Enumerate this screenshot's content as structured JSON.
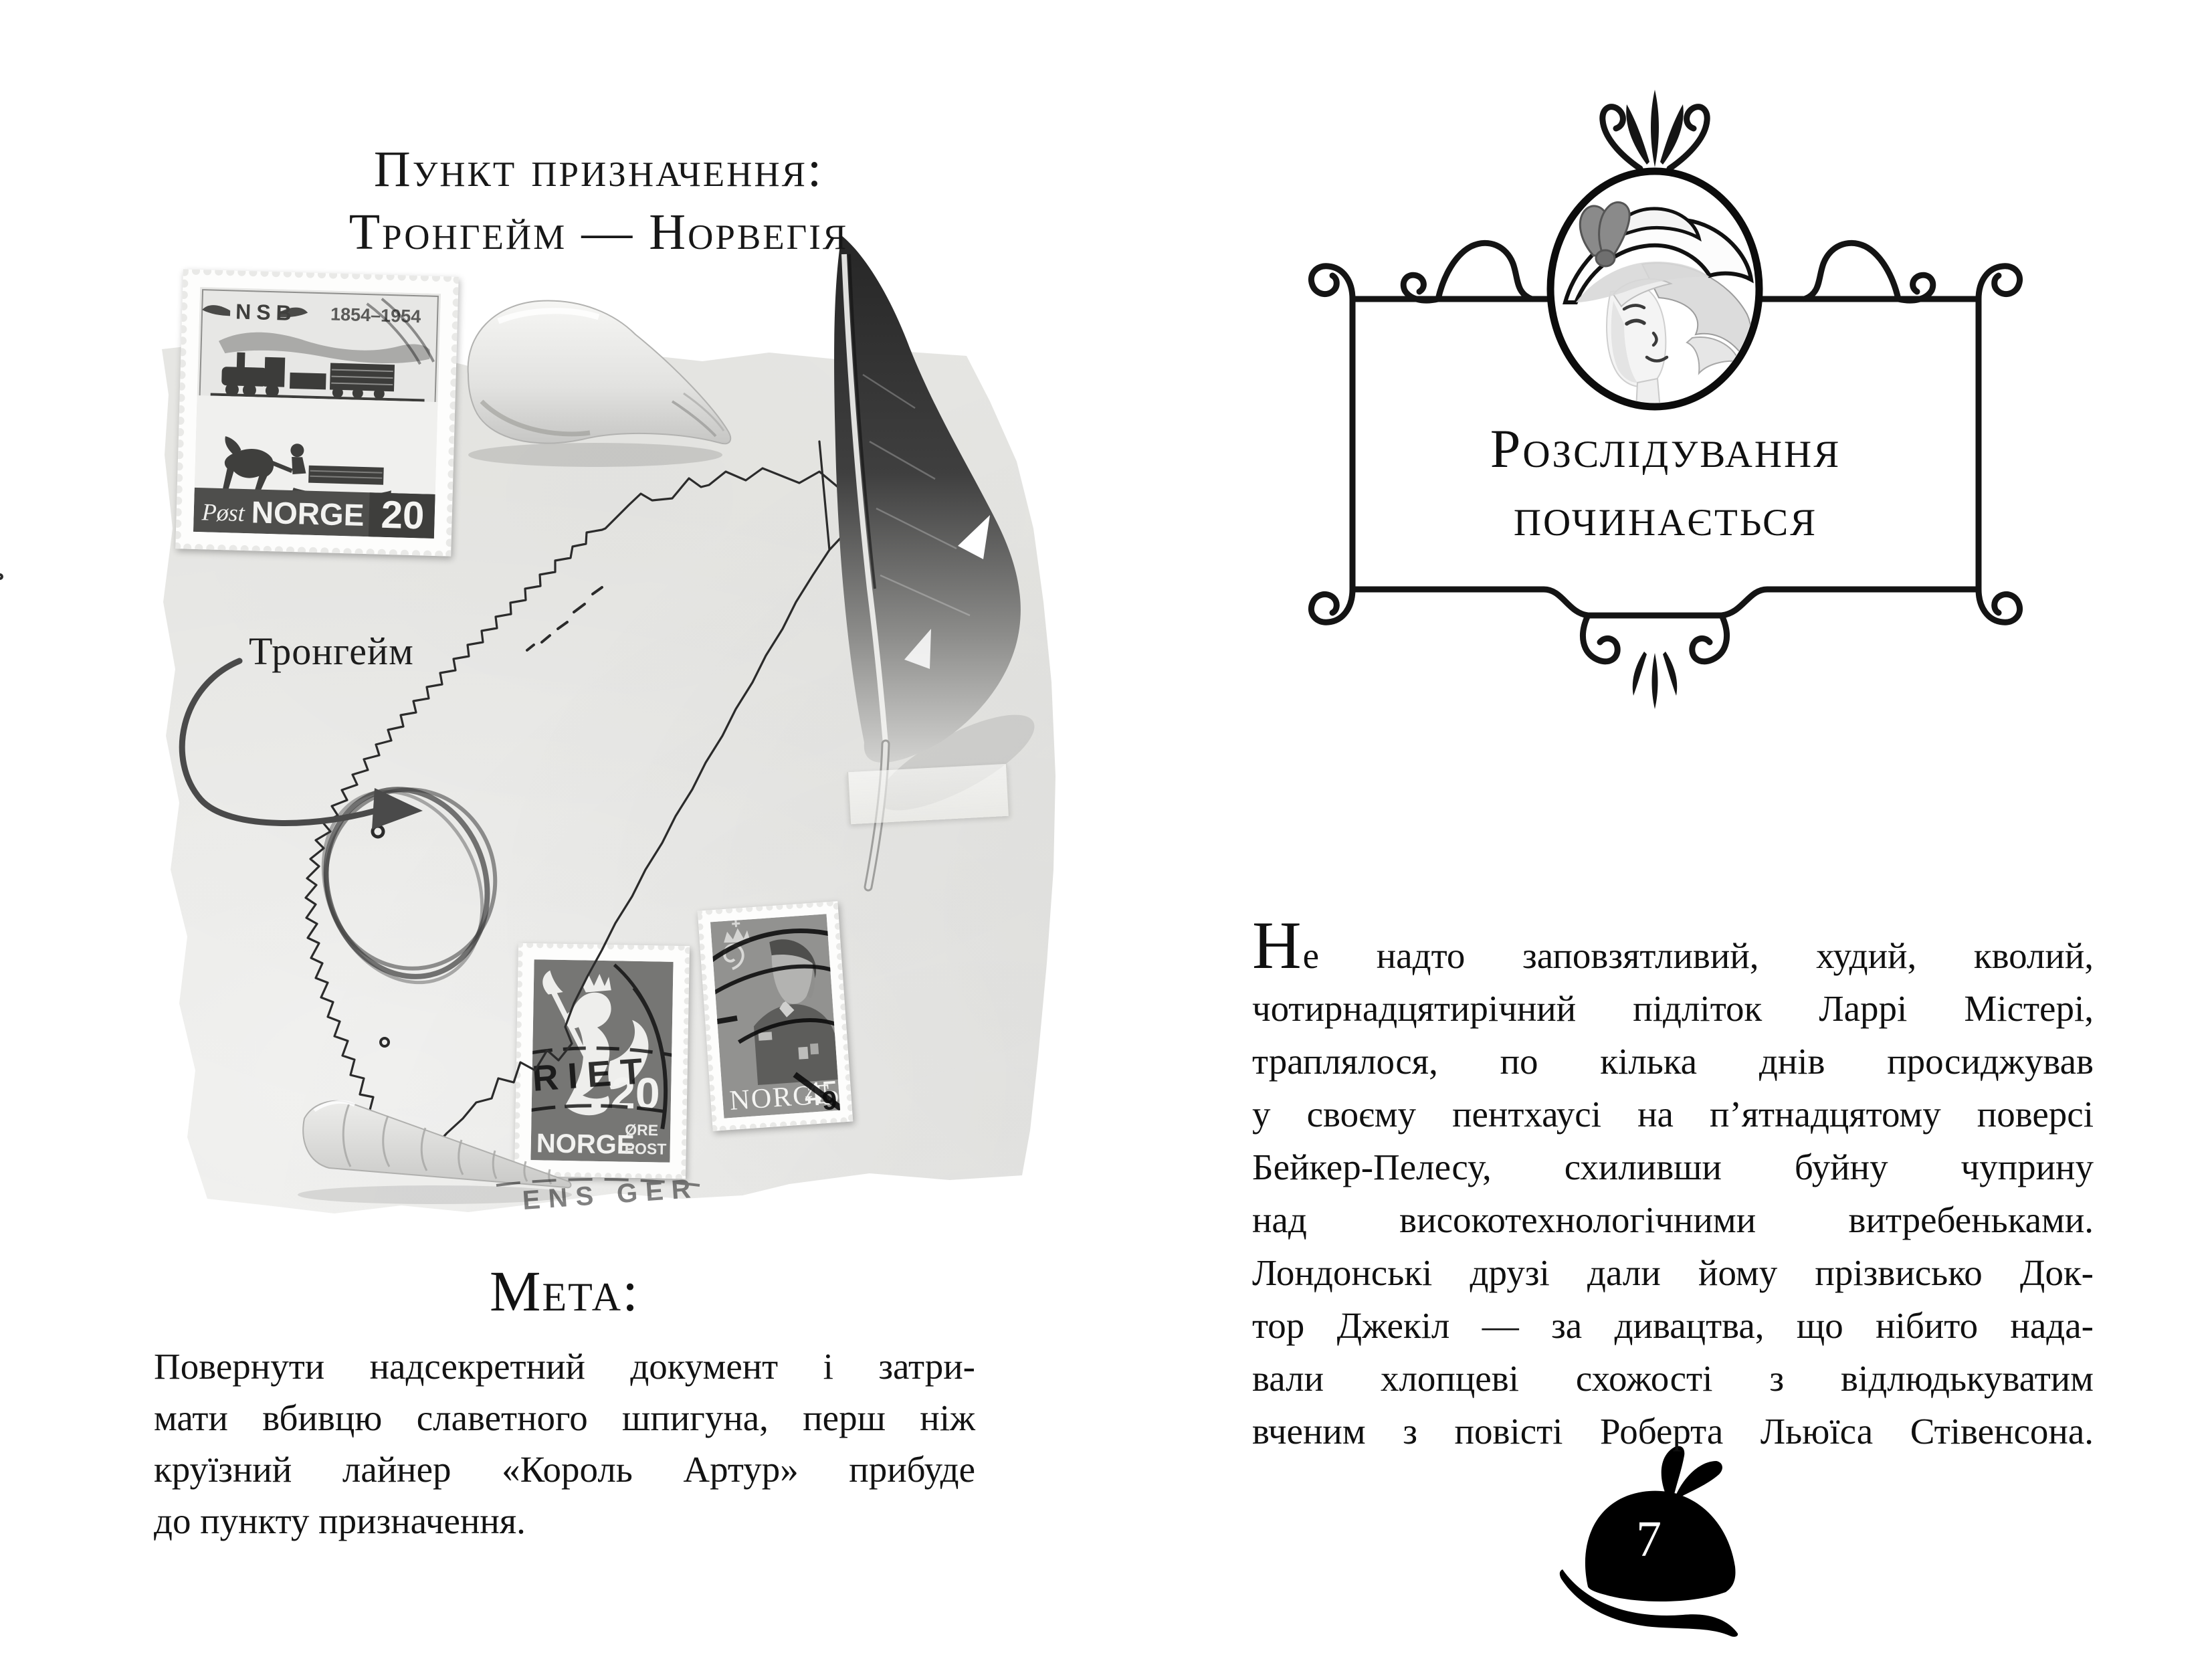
{
  "left_page": {
    "destination_title": {
      "line1": "Пункт призначення:",
      "line2": "Тронгейм — Норвегія"
    },
    "map": {
      "label": "Тронгейм"
    },
    "stamps": {
      "nsb_stamp": {
        "logo": "NSB",
        "years": "1854–1954",
        "post_script": "Pøst",
        "country": "NORGE",
        "value": "20"
      },
      "lion_stamp": {
        "country": "NORGE",
        "value": "20",
        "ore": "ØRE",
        "post": "POST",
        "postmark_letters": "RIET",
        "postmark_below": "ENS GER"
      },
      "king_stamp": {
        "country": "NORGE",
        "value": "45",
        "postmark_digit": "9"
      }
    },
    "goal": {
      "heading": "Мета:",
      "lines": [
        "Повернути надсекретний документ і затри-",
        "мати вбивцю славетного шпигуна, перш ніж",
        "круїзний лайнер «Король Артур» прибуде",
        "до пункту призначення."
      ]
    }
  },
  "right_page": {
    "chapter": {
      "title_line1": "Розслідування",
      "title_line2": "починається"
    },
    "body": {
      "dropcap": "Н",
      "lines": [
        "е надто заповзятливий, худий, кволий,",
        "чотирнадцятирічний підліток Ларрі Містері,",
        "траплялося, по кілька днів просиджував",
        "у своєму пентхаусі на п’ятнадцятому поверсі",
        "Бейкер-Пелесу, схиливши буйну чуприну",
        "над високотехнологічними витребеньками.",
        "Лондонські друзі дали йому прізвисько Док-",
        "тор Джекіл — за дивацтва, що нібито нада-",
        "вали хлопцеві схожості з відлюдькуватим",
        "вченим з повісті Роберта Льюїса Стівенсона."
      ]
    },
    "page_number": "7"
  },
  "colors": {
    "paper_scrap": "#ebebe9",
    "ink": "#141414",
    "stamp_dark_band": "#4e4e4c",
    "lion_stamp_bg": "#767674",
    "king_stamp_bg": "#929290"
  }
}
